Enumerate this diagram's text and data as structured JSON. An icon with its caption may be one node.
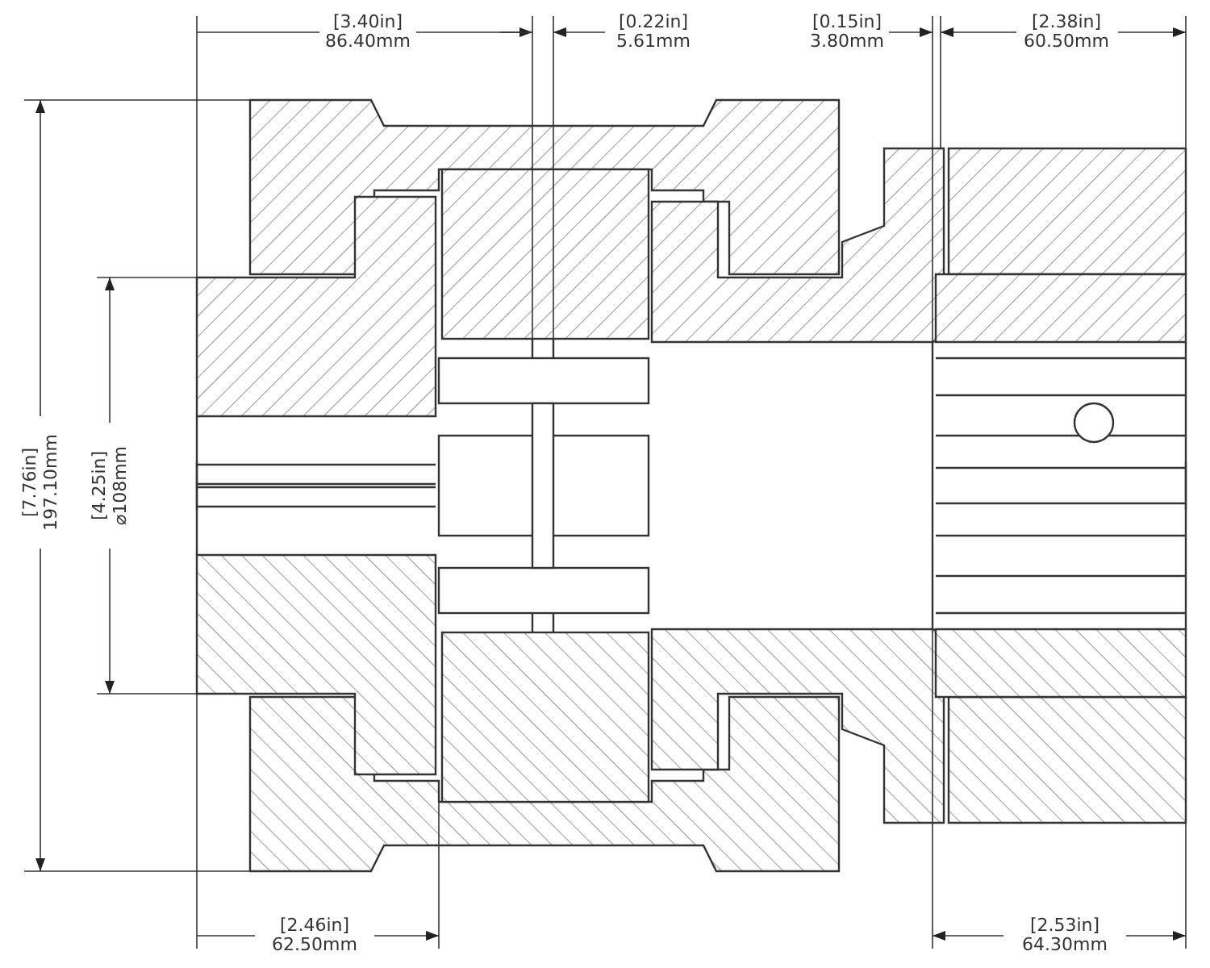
{
  "diagram": {
    "labels": [
      "[3.40in]",
      "86.40mm",
      "[0.22in]",
      "5.61mm",
      "[0.15in]",
      "3.80mm",
      "[2.38in]",
      "60.50mm",
      "[7.76in]",
      "197.10mm",
      "[4.25in]",
      "⌀108mm",
      "[2.46in]",
      "62.50mm",
      "[2.53in]",
      "64.30mm"
    ]
  }
}
